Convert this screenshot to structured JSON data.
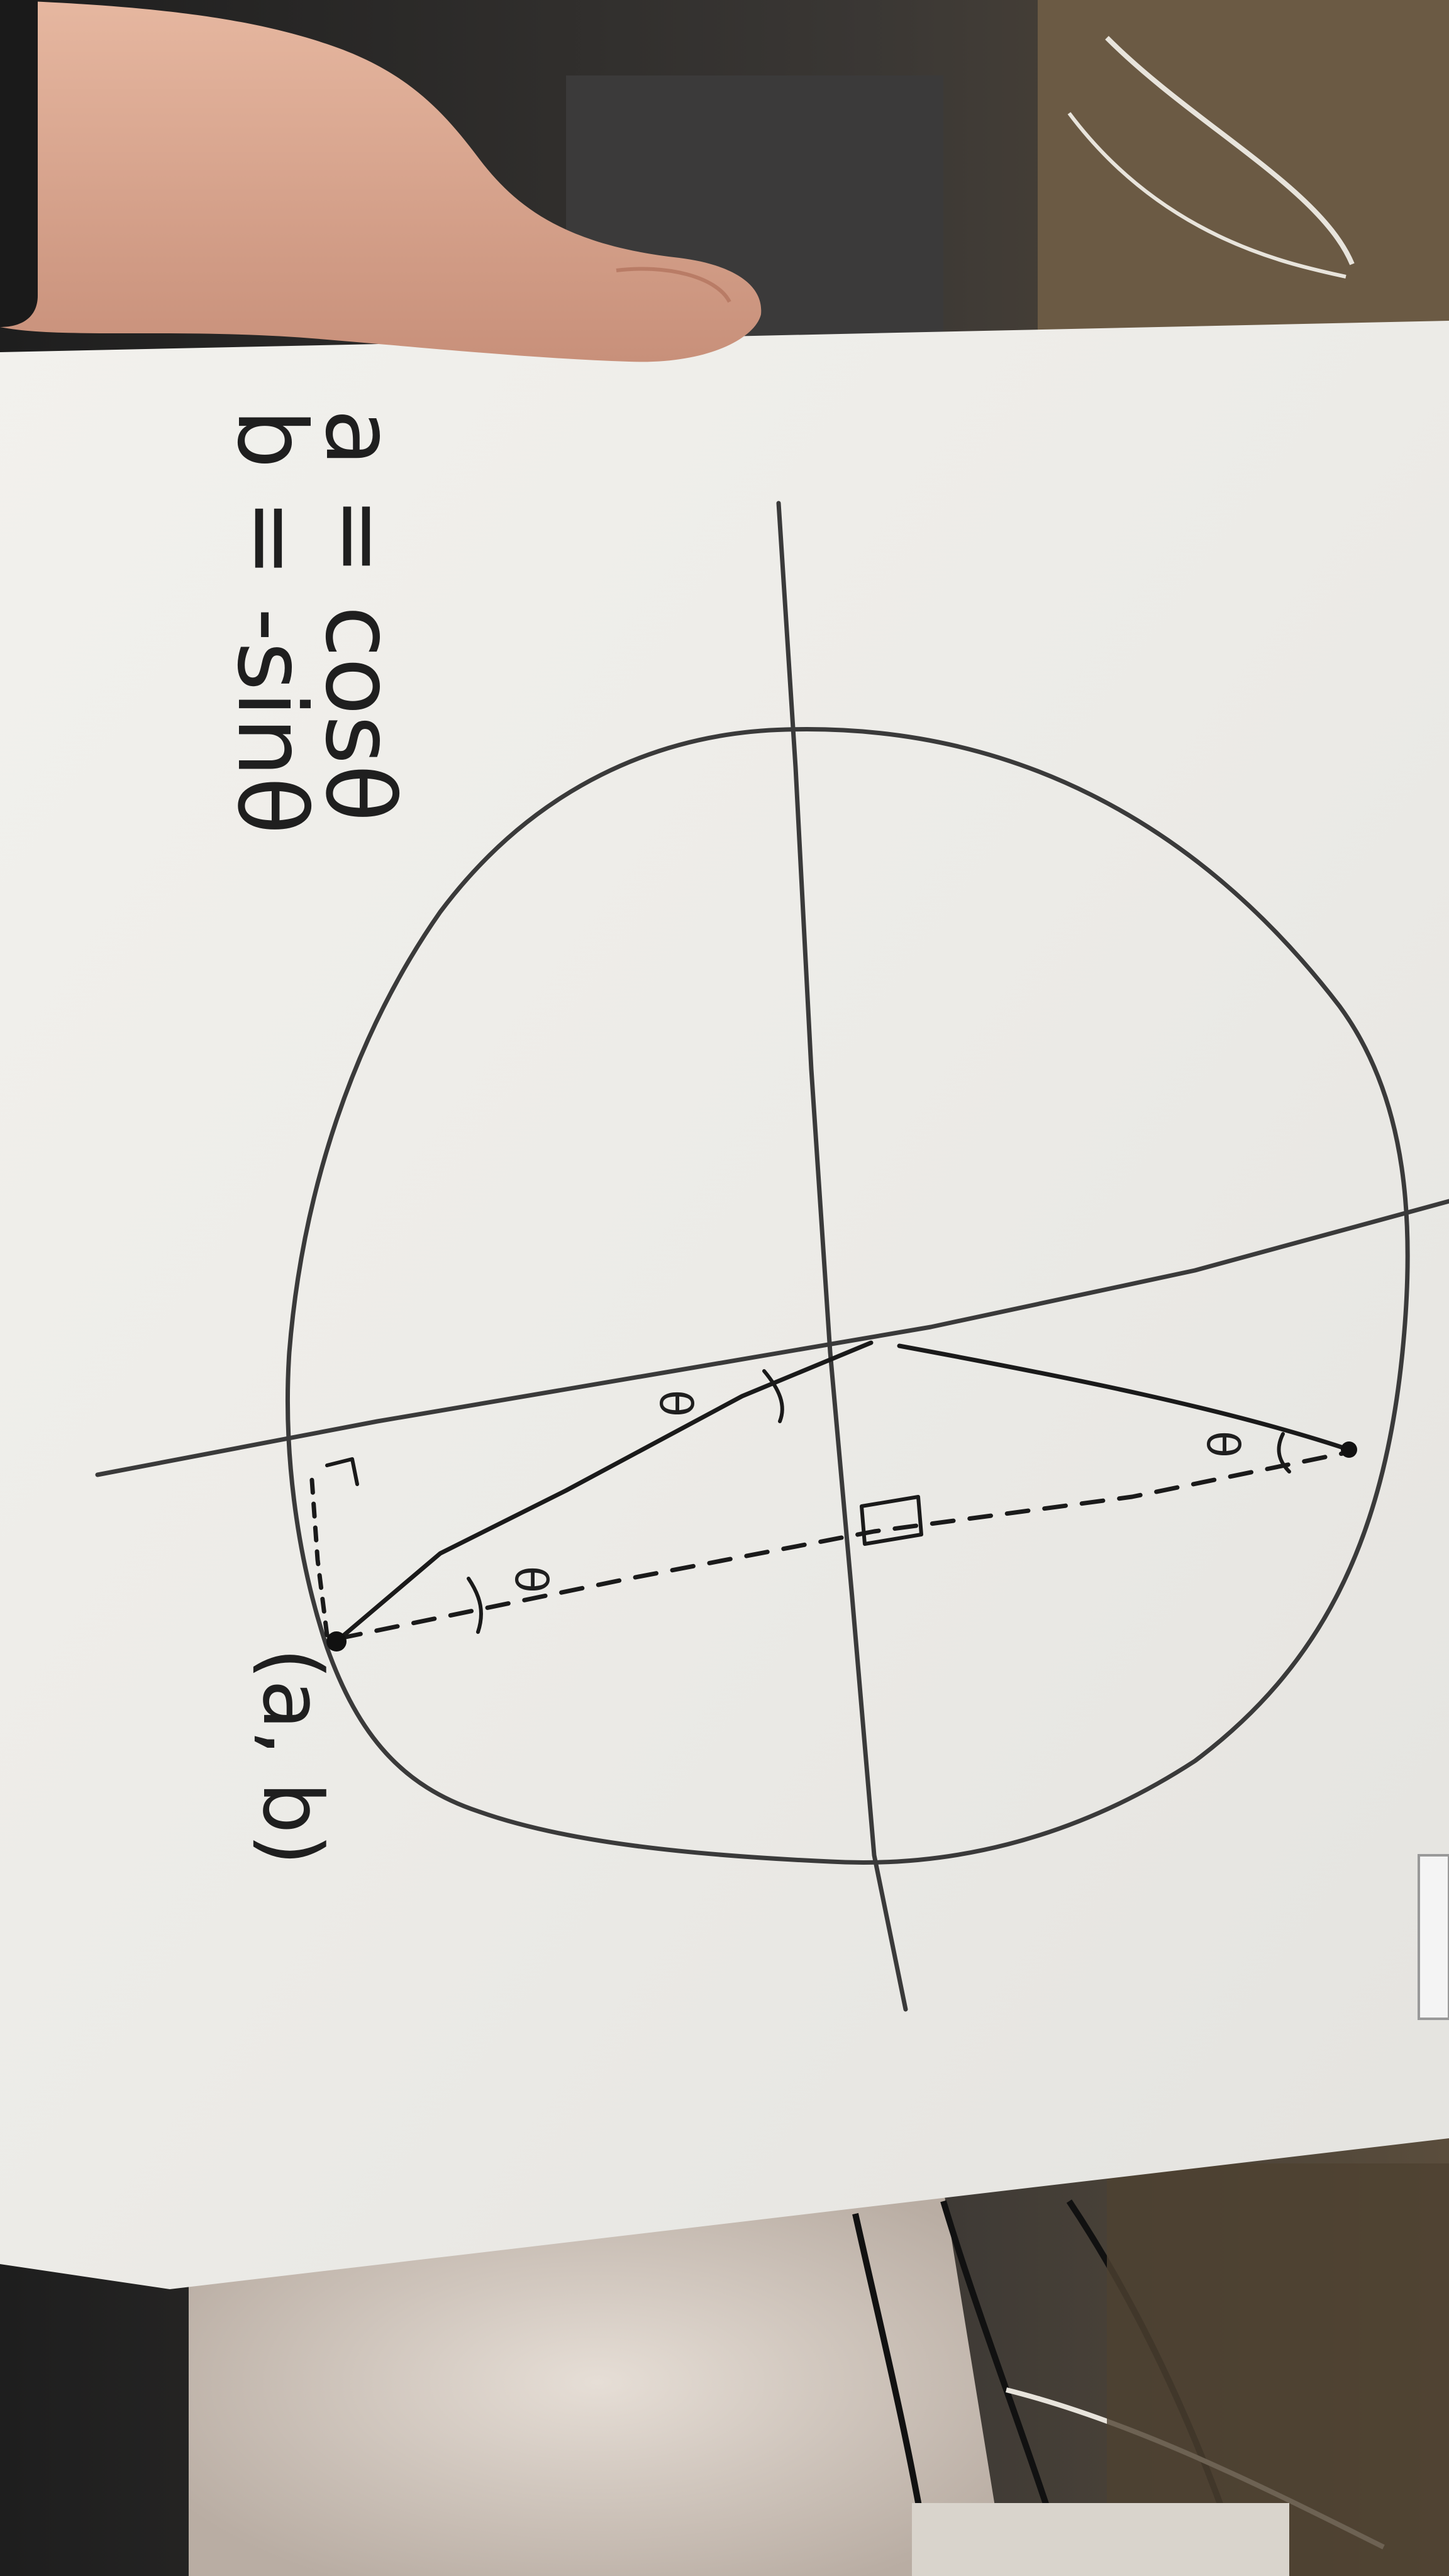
{
  "photo": {
    "subject": "whiteboard-unit-circle-sketch",
    "colors": {
      "board": "#efeeea",
      "ink": "#2b2b2b",
      "skin": "#d9a58a",
      "carpet": "#d8cfc6",
      "background": "#2b2b2b"
    }
  },
  "whiteboard": {
    "formula_a": "a = cosθ",
    "formula_b": "b = -sinθ",
    "point_label": "(a, b)",
    "angle_symbol": "θ"
  }
}
